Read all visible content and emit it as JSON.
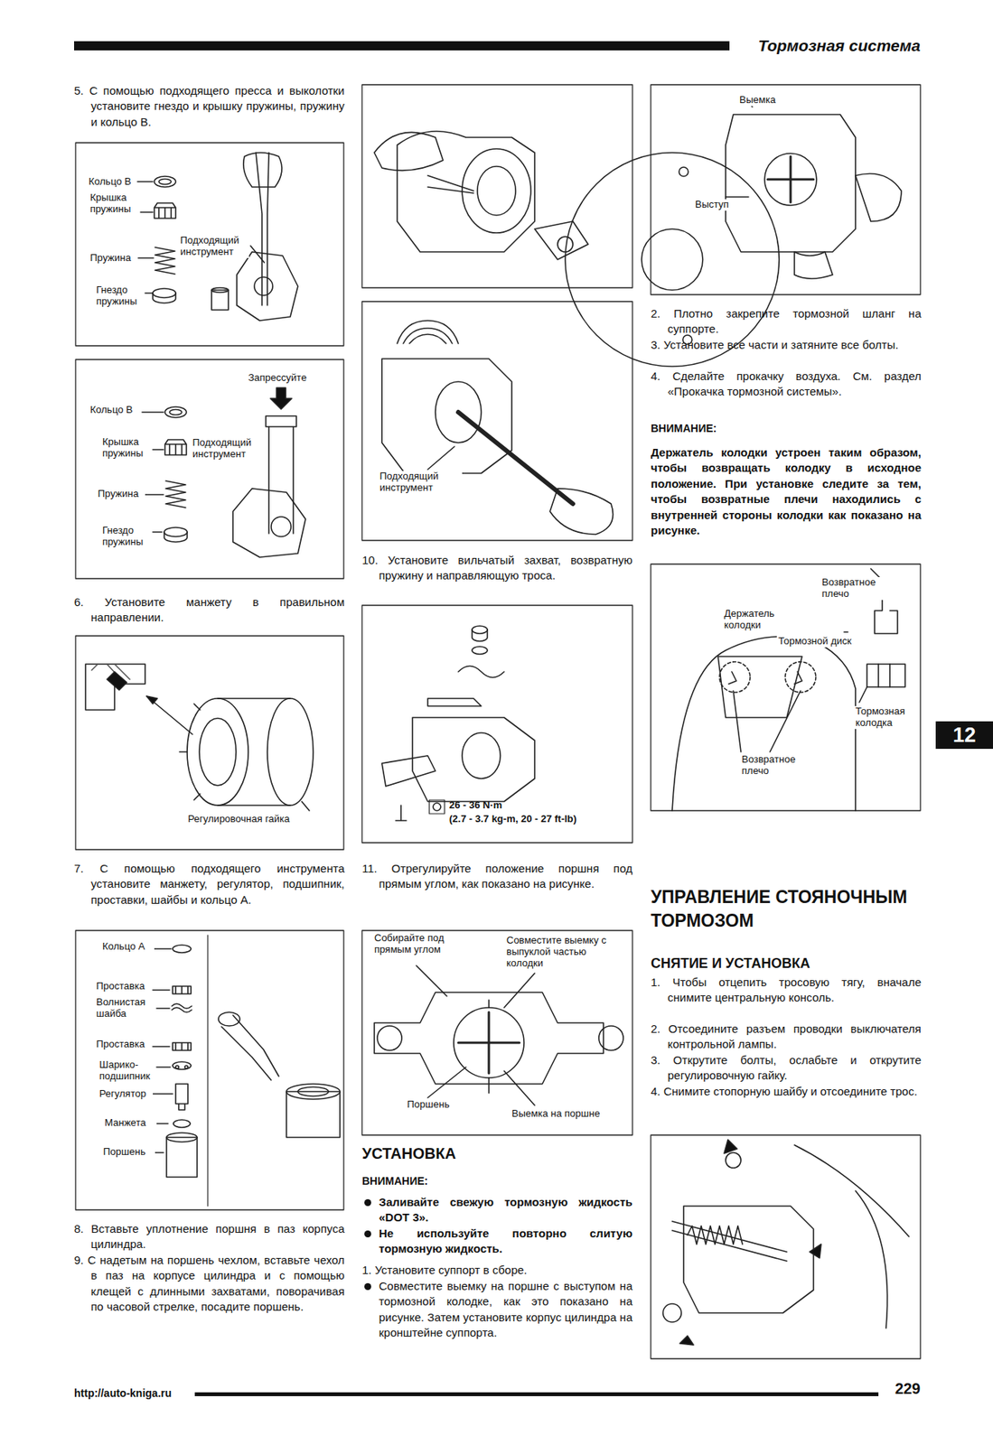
{
  "diagram": {
    "title": "Тормозная система",
    "nodes": [
      {
        "text": [
          "12"
        ]
      }
    ],
    "labels": [
      "5. С помощью подходящего пресса и выколотки установите гнездо и крышку пружины, пружину и кольцо B.",
      "Кольцо B",
      "Крышка пружины",
      "Подходящий инструмент",
      "Пружина",
      "Гнездо пружины",
      "Запрессуйте",
      "Кольцо B",
      "Крышка пружины",
      "Подходящий инструмент",
      "Пружина",
      "Гнездо пружины",
      "6. Установите манжету в правильном направлении.",
      "Регулировочная гайка",
      "7. С помощью подходящего инструмента установите манжету, регулятор, подшипник, проставки, шайбы и кольцо A.",
      "Кольцо A",
      "Проставка",
      "Волнистая шайба",
      "Проставка",
      "Шарико-подшипник",
      "Регулятор",
      "Манжета",
      "Поршень",
      "8. Вставьте уплотнение поршня в паз корпуса цилиндра.",
      "9. С надетым на поршень чехлом, вставьте чехол в паз на корпусе цилиндра и с помощью клещей с длинными захватами, поворачивая по часовой стрелке, посадите поршень.",
      "Подходящий инструмент",
      "10. Установите вильчатый захват, возвратную пружину и направляющую троса.",
      "26 - 36 N·m",
      "(2.7 - 3.7 kg-m, 20 - 27 ft-lb)",
      "11. Отрегулируйте положение поршня под прямым углом, как показано на рисунке.",
      "Собирайте под прямым углом",
      "Совместите выемку с выпуклой частью колодки",
      "Поршень",
      "Выемка на поршне",
      "УСТАНОВКА",
      "ВНИМАНИЕ:",
      "Заливайте свежую тормозную жидкость «DOT 3».",
      "Не используйте повторно слитую тормозную жидкость.",
      "1. Установите суппорт в сборе.",
      "Совместите выемку на поршне с выступом на тормозной колодке, как это показано на рисунке. Затем установите корпус цилиндра на кронштейне суппорта.",
      "Выемка",
      "Выступ",
      "2. Плотно закрепите тормозной шланг на суппорте.",
      "3. Установите все части и затяните все болты.",
      "4. Сделайте прокачку воздуха. См. раздел «Прокачка тормозной системы».",
      "ВНИМАНИЕ:",
      "Держатель колодки устроен таким образом, чтобы возвращать колодку в исходное положение. При установке следите за тем, чтобы возвратные плечи находились с внутренней стороны колодки как показано на рисунке.",
      "Возвратное плечо",
      "Держатель колодки",
      "Тормозной диск",
      "Тормозная колодка",
      "Возвратное плечо",
      "УПРАВЛЕНИЕ СТОЯНОЧНЫМ ТОРМОЗОМ",
      "СНЯТИЕ И УСТАНОВКА",
      "1. Чтобы отцепить тросовую тягу, вначале снимите центральную консоль.",
      "2. Отсоедините разъем проводки выключателя контрольной лампы.",
      "3. Открутите болты, ослабьте и открутите регулировочную гайку.",
      "4. Снимите стопорную шайбу и отсоедините трос.",
      "http://auto-kniga.ru",
      "229"
    ]
  }
}
